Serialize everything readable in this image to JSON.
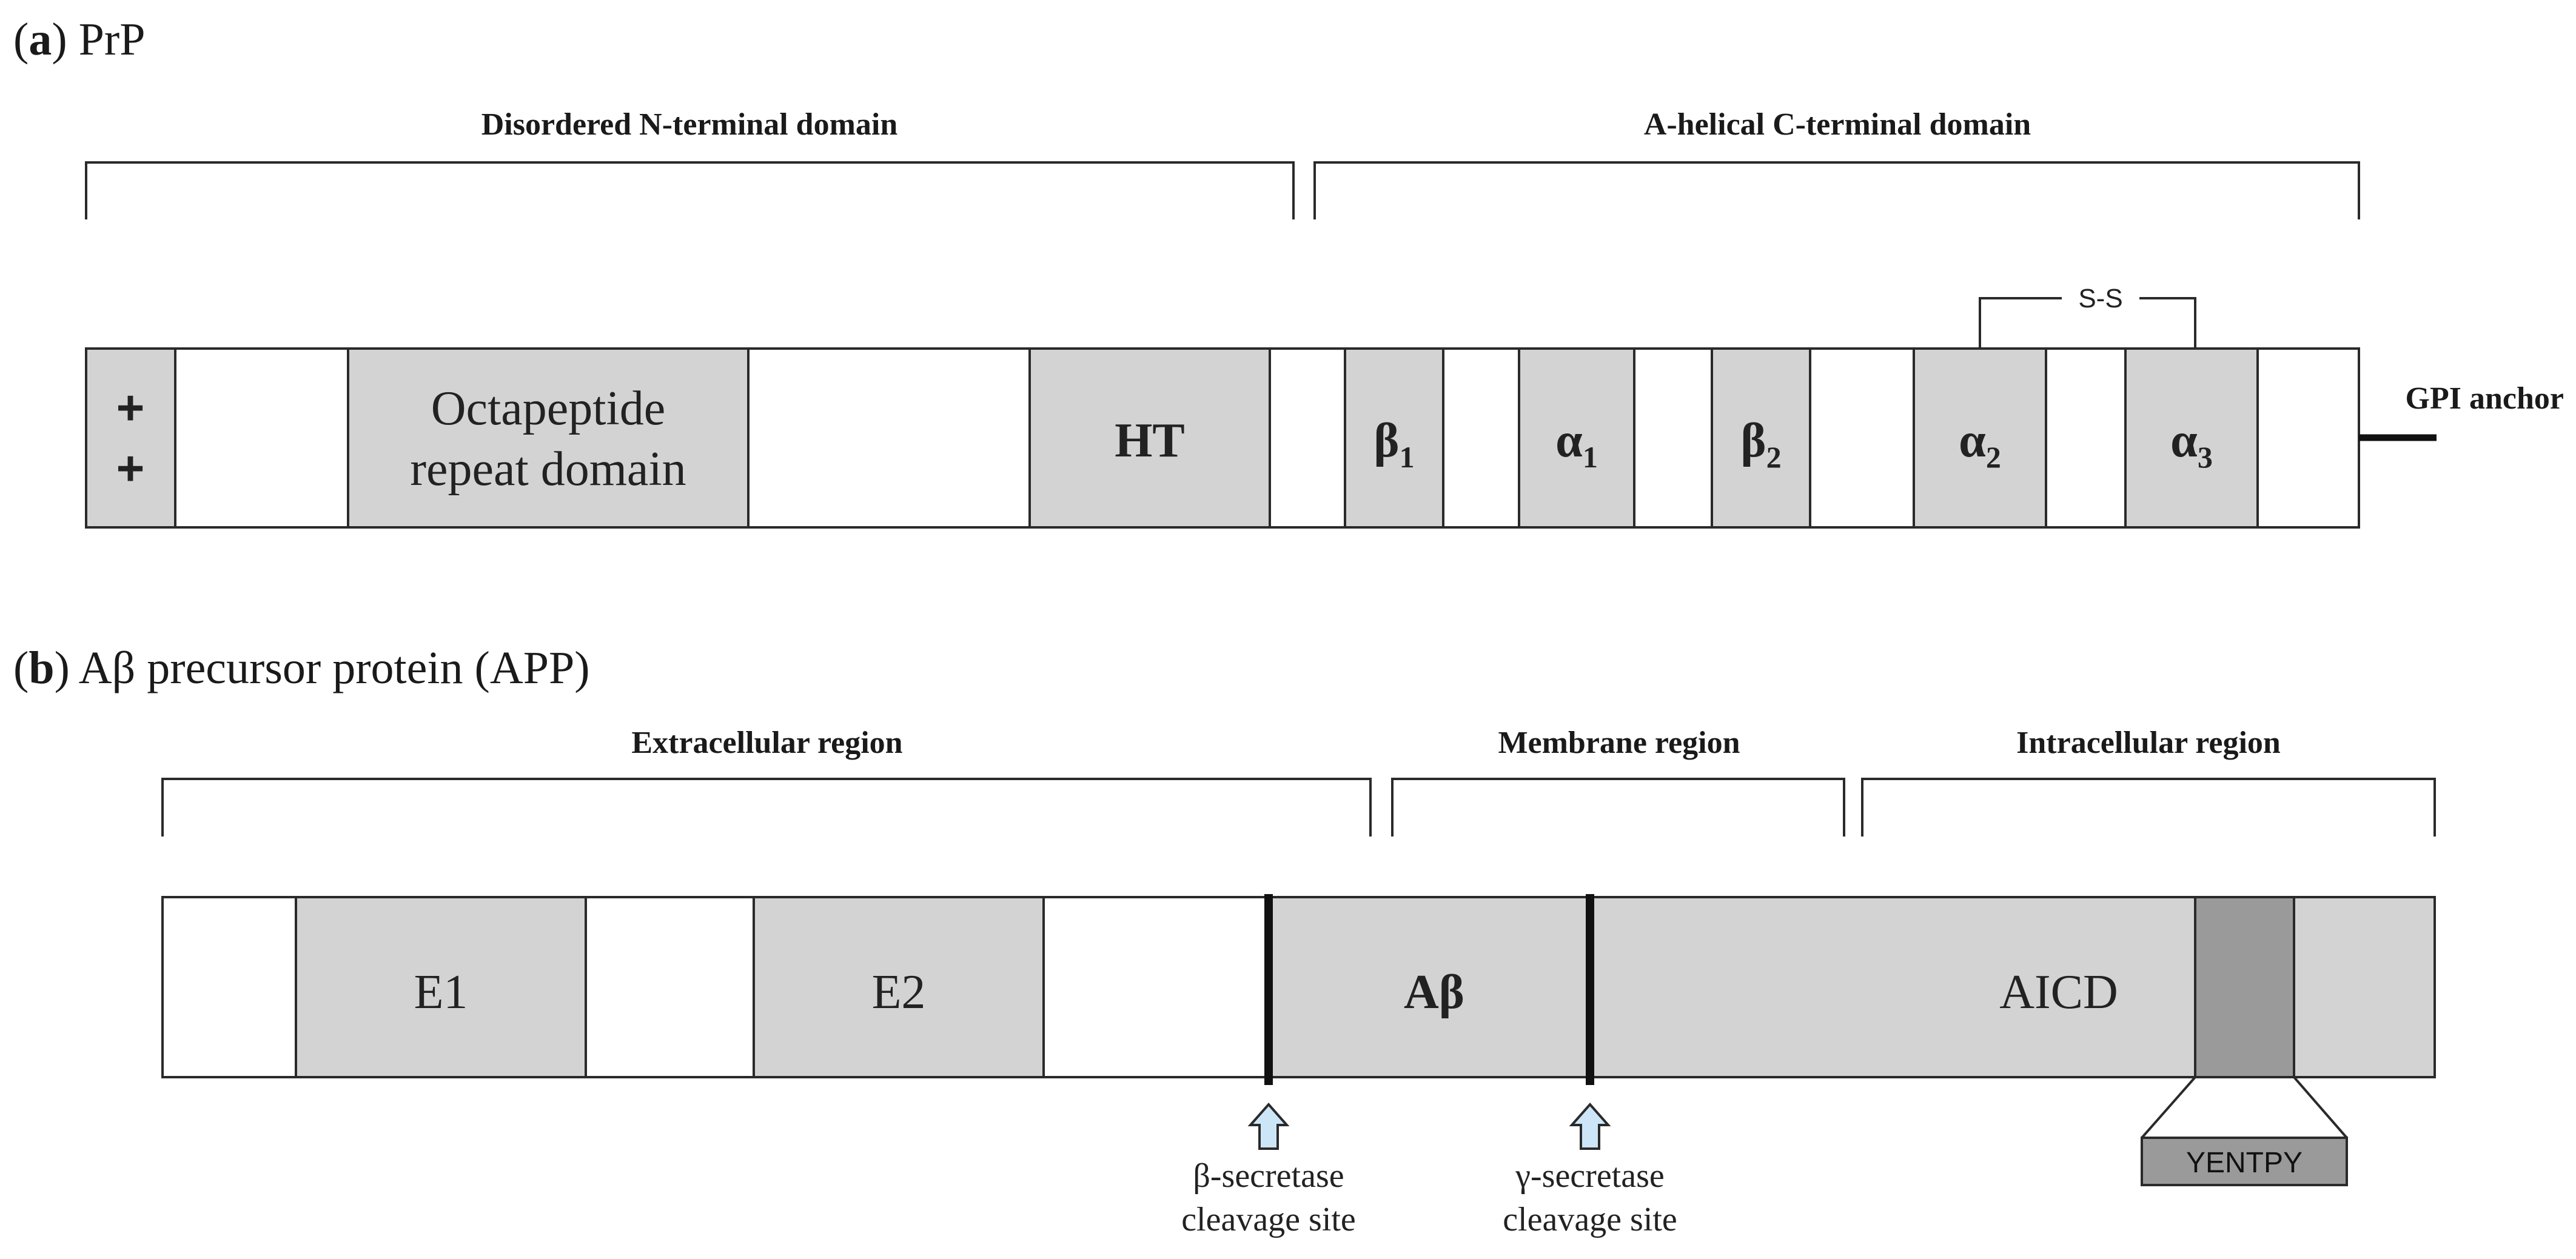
{
  "panel_a": {
    "title_letter": "a",
    "title_text": " PrP",
    "region_left": "Disordered N-terminal domain",
    "region_right": "A-helical C-terminal domain",
    "plus_1": "+",
    "plus_2": "+",
    "octa_line1": "Octapeptide",
    "octa_line2": "repeat domain",
    "ht": "HT",
    "beta1": "β",
    "beta1_sub": "1",
    "alpha1": "α",
    "alpha1_sub": "1",
    "beta2": "β",
    "beta2_sub": "2",
    "alpha2": "α",
    "alpha2_sub": "2",
    "alpha3": "α",
    "alpha3_sub": "3",
    "ss": "S-S",
    "gpi": "GPI anchor"
  },
  "panel_b": {
    "title_letter": "b",
    "title_text": " Aβ precursor protein (APP)",
    "region_extracellular": "Extracellular region",
    "region_membrane": "Membrane region",
    "region_intracellular": "Intracellular region",
    "e1": "E1",
    "e2": "E2",
    "abeta": "Aβ",
    "aicd": "AICD",
    "yentpy": "YENTPY",
    "beta_site_line1": "β-secretase",
    "beta_site_line2": "cleavage site",
    "gamma_site_line1": "γ-secretase",
    "gamma_site_line2": "cleavage site"
  },
  "colors": {
    "domain_grey": "#d3d3d3",
    "motif_dark_grey": "#9a9a9a",
    "arrow_light_blue": "#cde6f7"
  }
}
